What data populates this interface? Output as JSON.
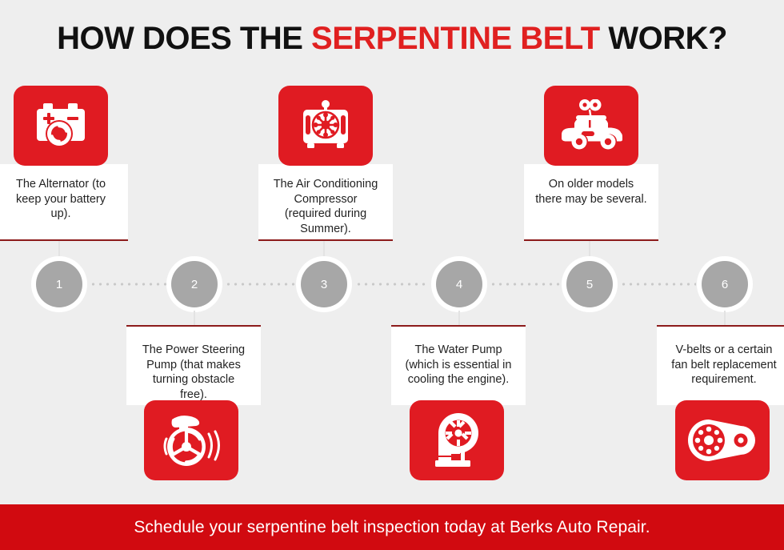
{
  "title": {
    "part1": "HOW DOES THE ",
    "accent": "SERPENTINE BELT",
    "part2": " WORK?"
  },
  "colors": {
    "background": "#eeeeee",
    "brand_red": "#e01b22",
    "footer_red": "#d10a10",
    "card_border": "#8c1b1b",
    "node_grey": "#a7a7a7",
    "title_black": "#111111",
    "title_red": "#e02020",
    "card_white": "#ffffff",
    "dot_grey": "#c9c9c9"
  },
  "steps": [
    {
      "number": "1",
      "text": "The Alternator (to keep your battery up).",
      "icon": "battery-alternator-icon",
      "position": "above"
    },
    {
      "number": "2",
      "text": "The Power Steering Pump (that makes turning obstacle free).",
      "icon": "steering-wheel-pump-icon",
      "position": "below"
    },
    {
      "number": "3",
      "text": "The Air Conditioning Compressor (required during Summer).",
      "icon": "ac-compressor-icon",
      "position": "above"
    },
    {
      "number": "4",
      "text": "The Water Pump (which is essential in cooling the engine).",
      "icon": "water-pump-icon",
      "position": "below"
    },
    {
      "number": "5",
      "text": "On older models there may be several.",
      "icon": "classic-car-icon",
      "position": "above"
    },
    {
      "number": "6",
      "text": "V-belts or a certain fan belt replacement requirement.",
      "icon": "serpentine-belt-pulley-icon",
      "position": "below"
    }
  ],
  "footer": {
    "cta": "Schedule your serpentine belt inspection today at Berks Auto Repair."
  }
}
